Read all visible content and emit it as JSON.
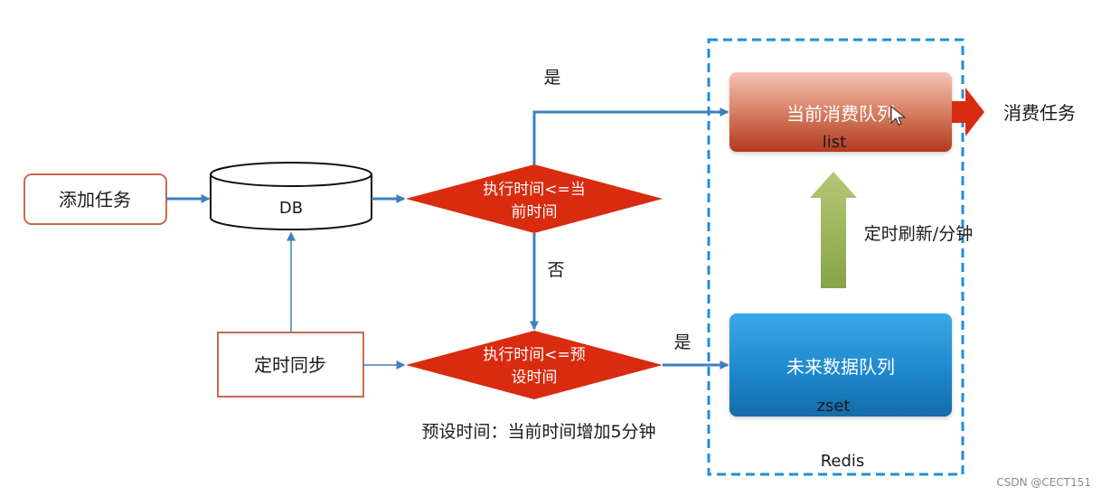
{
  "nodes": {
    "add_task": "添加任务",
    "db": "DB",
    "timed_sync": "定时同步",
    "decision_now": [
      "执行时间<=当",
      "前时间"
    ],
    "decision_preset": [
      "执行时间<=预",
      "设时间"
    ],
    "current_queue": {
      "title": "当前消费队列",
      "type": "list"
    },
    "future_queue": {
      "title": "未来数据队列",
      "type": "zset"
    },
    "consume_task": "消费任务",
    "redis": "Redis"
  },
  "edges": {
    "yes_top": "是",
    "no": "否",
    "yes_bottom": "是",
    "refresh": "定时刷新/分钟"
  },
  "note": "预设时间：当前时间增加5分钟",
  "watermark": "CSDN @CECT151",
  "colors": {
    "line": "#3f7fc1",
    "decision": "#d92b0f",
    "current_queue_top": "#eeb8a8",
    "current_queue_bottom": "#b23a1f",
    "future_queue_top": "#38a8e6",
    "future_queue_bottom": "#156ca7",
    "up_arrow": "#9ab25a",
    "box_border": "#c86a4d",
    "redis_border": "#1e8fd9"
  }
}
